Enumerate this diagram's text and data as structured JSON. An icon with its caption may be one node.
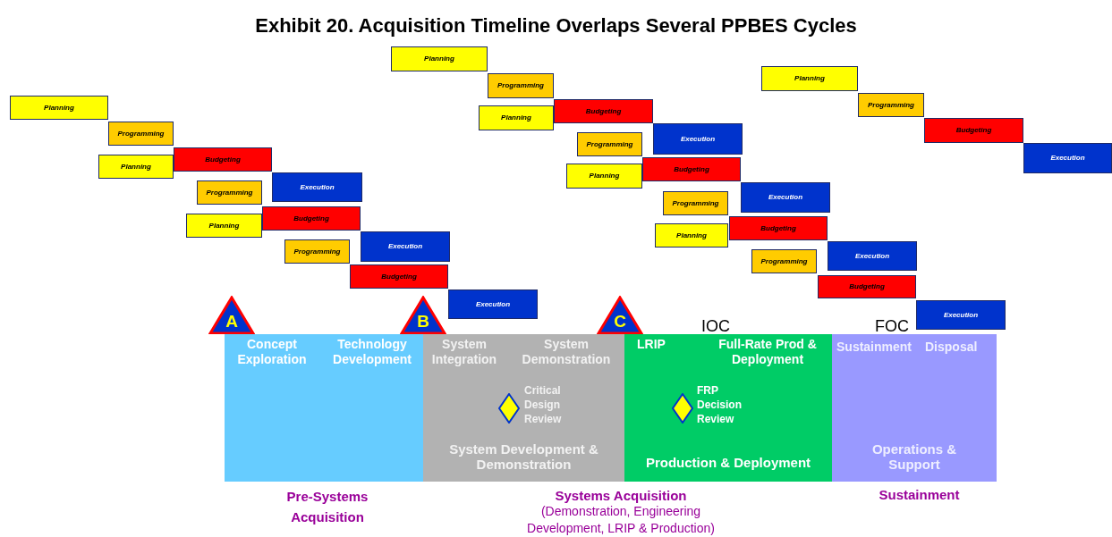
{
  "diagram": {
    "title": "Exhibit 20. Acquisition Timeline Overlaps Several PPBES Cycles",
    "nodes": [
      {
        "text": [
          "Planning"
        ]
      },
      {
        "text": [
          "Programming"
        ]
      },
      {
        "text": [
          "Budgeting"
        ]
      },
      {
        "text": [
          "Execution"
        ]
      },
      {
        "text": [
          "Planning"
        ]
      },
      {
        "text": [
          "Programming"
        ]
      },
      {
        "text": [
          "Budgeting"
        ]
      },
      {
        "text": [
          "Execution"
        ]
      },
      {
        "text": [
          "Planning"
        ]
      },
      {
        "text": [
          "Programming"
        ]
      },
      {
        "text": [
          "Budgeting"
        ]
      },
      {
        "text": [
          "Execution"
        ]
      },
      {
        "text": [
          "Planning"
        ]
      },
      {
        "text": [
          "Programming"
        ]
      },
      {
        "text": [
          "Budgeting"
        ]
      },
      {
        "text": [
          "Execution"
        ]
      },
      {
        "text": [
          "Planning"
        ]
      },
      {
        "text": [
          "Programming"
        ]
      },
      {
        "text": [
          "Budgeting"
        ]
      },
      {
        "text": [
          "Execution"
        ]
      },
      {
        "text": [
          "Planning"
        ]
      },
      {
        "text": [
          "Programming"
        ]
      },
      {
        "text": [
          "Budgeting"
        ]
      },
      {
        "text": [
          "Execution"
        ]
      },
      {
        "text": [
          "Planning"
        ]
      },
      {
        "text": [
          "Programming"
        ]
      },
      {
        "text": [
          "Budgeting"
        ]
      },
      {
        "text": [
          "Execution"
        ]
      },
      {
        "text": [
          "Planning"
        ]
      },
      {
        "text": [
          "Programming"
        ]
      },
      {
        "text": [
          "Budgeting"
        ]
      },
      {
        "text": [
          "Execution"
        ]
      },
      {
        "text": [
          "A"
        ]
      },
      {
        "text": [
          "B"
        ]
      },
      {
        "text": [
          "C"
        ]
      },
      {
        "text": [
          "Concept Exploration",
          "Technology Development"
        ]
      },
      {
        "text": [
          "System Integration",
          "System Demonstration",
          "System Development & Demonstration"
        ]
      },
      {
        "text": [],
        "shape": "diamond",
        "in": 36,
        "beside": [
          "Critical Design Review"
        ]
      },
      {
        "text": [
          "LRIP",
          "Full-Rate Prod & Deployment",
          "Production & Deployment"
        ]
      },
      {
        "text": [],
        "shape": "diamond",
        "in": 38,
        "beside": [
          "FRP Decision Review"
        ]
      },
      {
        "text": [
          "Sustainment",
          "Disposal",
          "Operations & Support"
        ]
      }
    ],
    "labels": [
      "IOC",
      "FOC",
      "Pre-Systems Acquisition",
      "Systems Acquisition",
      "(Demonstration, Engineering Development, LRIP & Production)",
      "Sustainment"
    ]
  }
}
